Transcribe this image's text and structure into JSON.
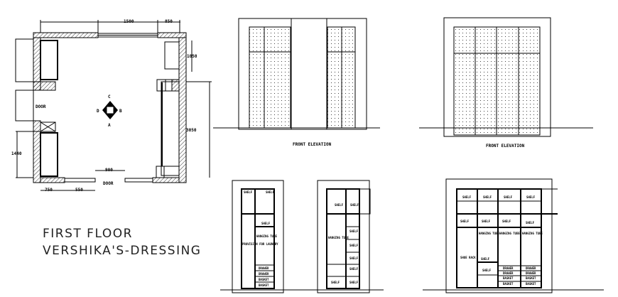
{
  "title": {
    "line1": "FIRST FLOOR",
    "line2": "VERSHIKA'S-DRESSING"
  },
  "plan": {
    "dimensions": {
      "top_window": "1500",
      "top_right": "850",
      "right_upper": "1050",
      "right_main": "3050",
      "left_lower": "1440",
      "bottom_left": "750",
      "bottom_mid": "550",
      "door_width": "900"
    },
    "door_left": "DOOR",
    "door_bottom": "DOOR",
    "compass": {
      "top": "C",
      "bottom": "A",
      "left": "D",
      "right": "B"
    }
  },
  "elevations": {
    "front_left_label": "FRONT ELEVATION",
    "front_right_label": "FRONT ELEVATION"
  },
  "cabinet_labels": {
    "shelf": "SHELF",
    "hanging_tube": "HANGING TUBE",
    "drawer": "DRAWER",
    "basket": "BASKET",
    "shoe_rack": "SHOE RACK",
    "laundry": "PROVISION FOR LAUNDRY"
  }
}
